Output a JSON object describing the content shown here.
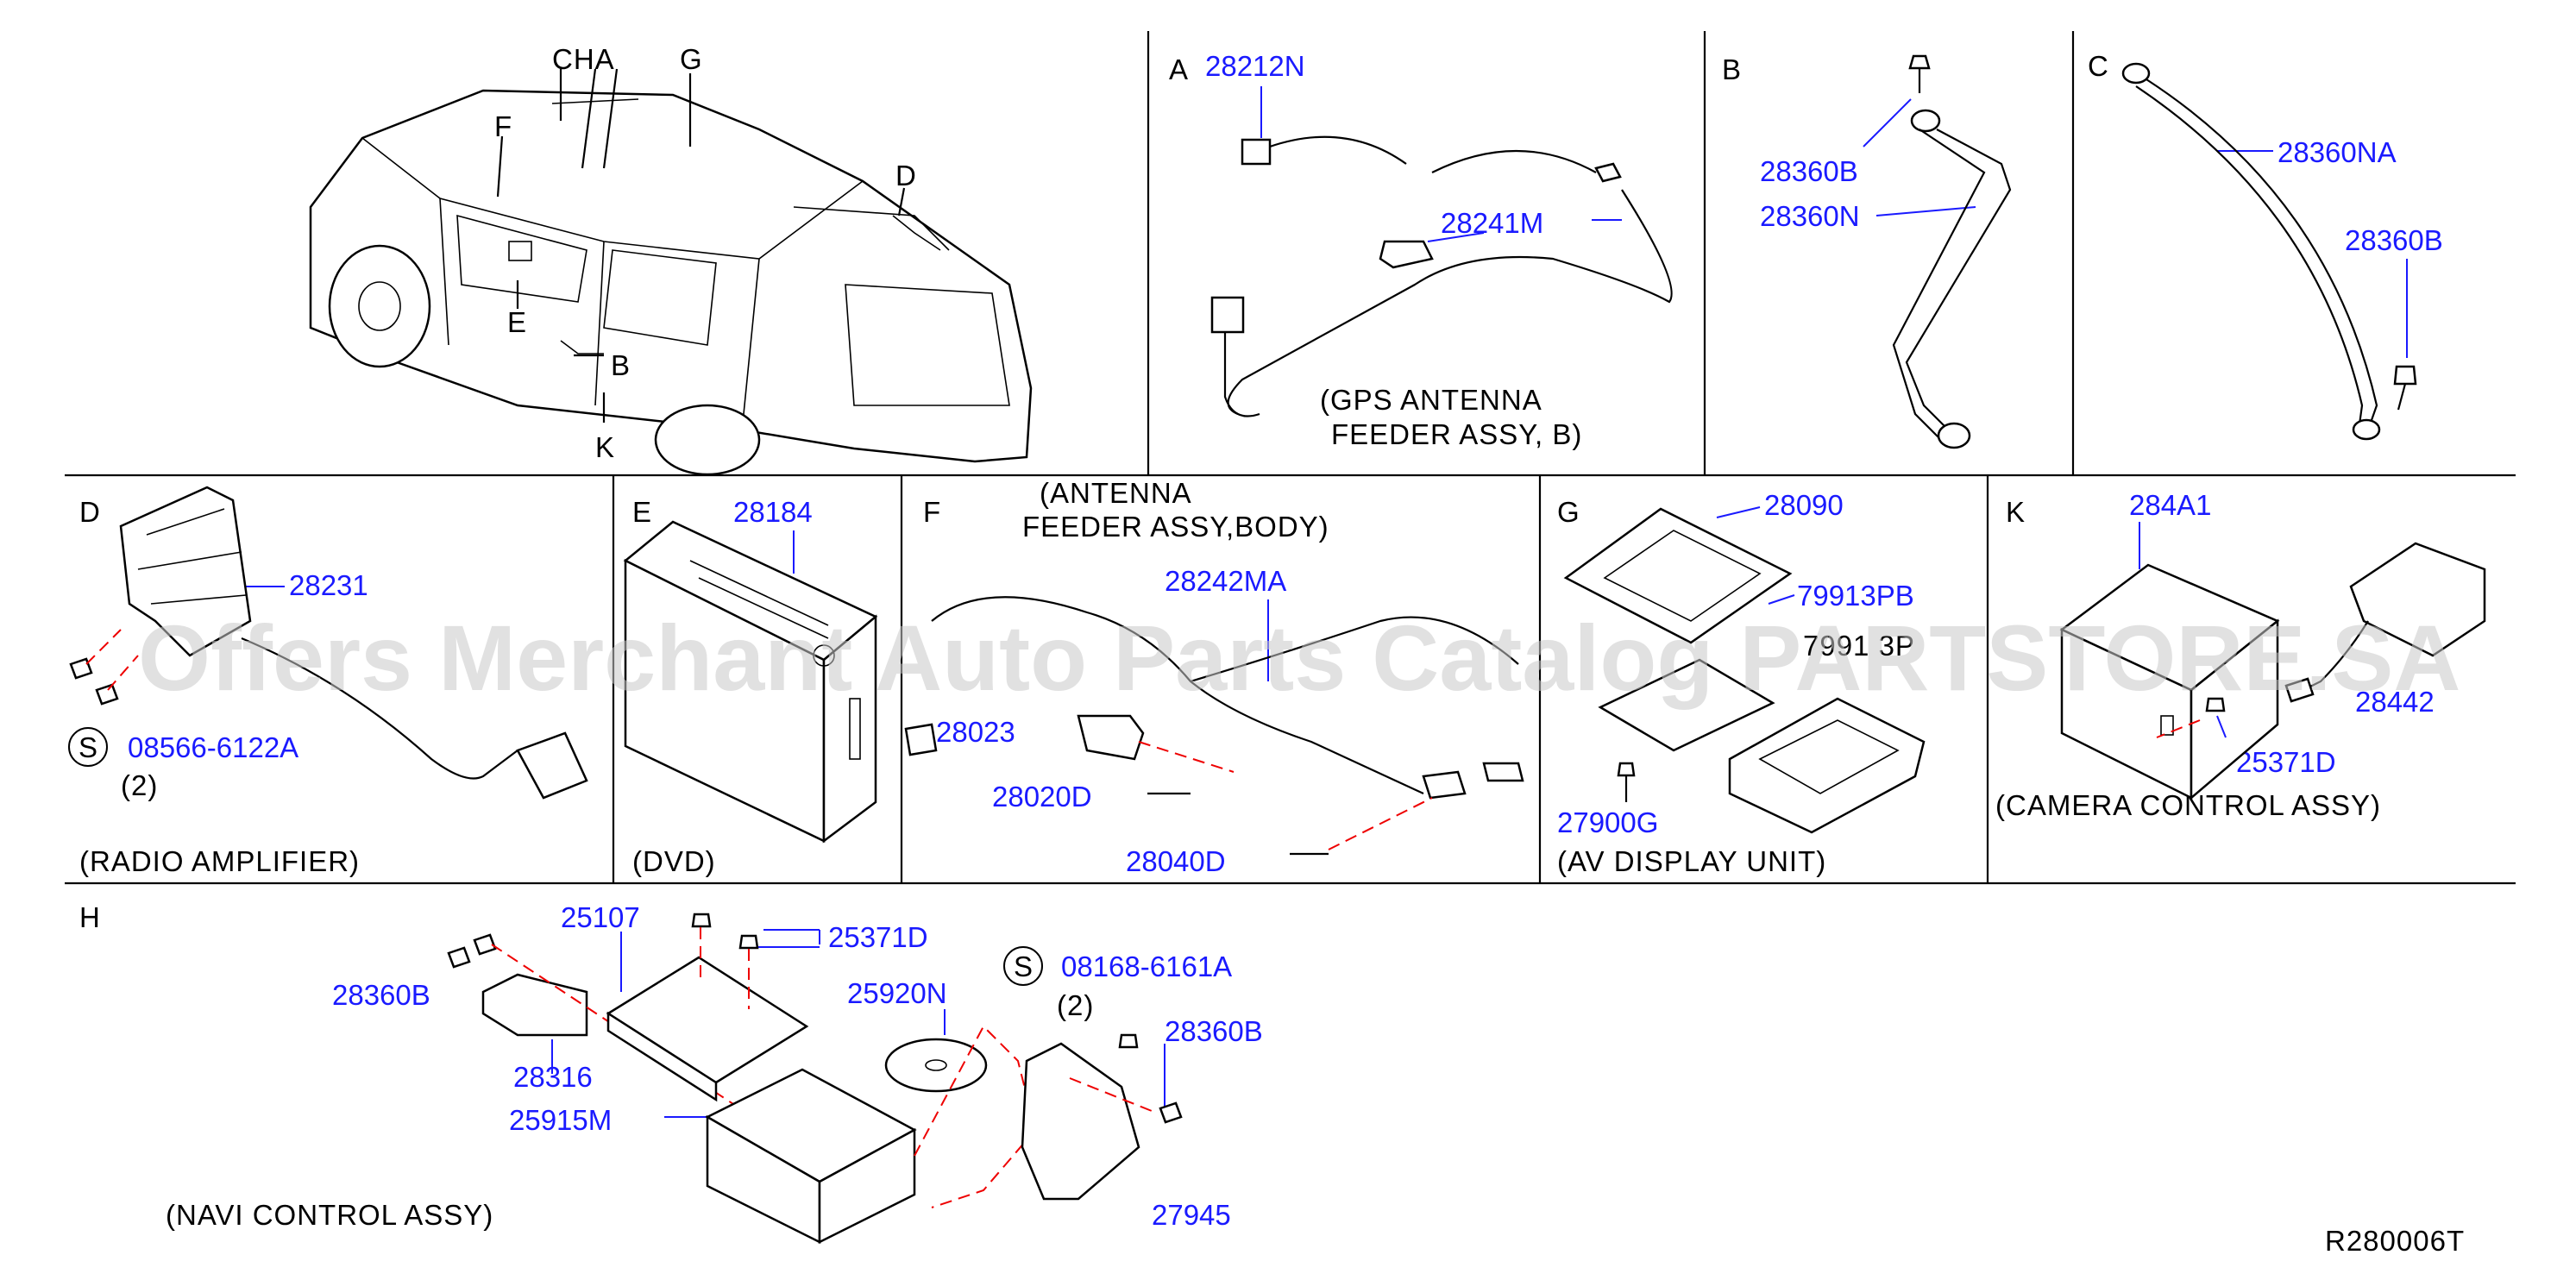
{
  "sections": {
    "A": "A",
    "B": "B",
    "C": "C",
    "D": "D",
    "E": "E",
    "F": "F",
    "G": "G",
    "H": "H",
    "K": "K"
  },
  "car_callouts": {
    "cha": "CHA",
    "g": "G",
    "f": "F",
    "d": "D",
    "e": "E",
    "b": "B",
    "k": "K"
  },
  "parts": {
    "p28212N": "28212N",
    "p28241M": "28241M",
    "p28360B_b": "28360B",
    "p28360N": "28360N",
    "p28360NA": "28360NA",
    "p28360B_c": "28360B",
    "p28231": "28231",
    "p08566": "08566-6122A",
    "p28184": "28184",
    "p28242MA": "28242MA",
    "p28023": "28023",
    "p28020D": "28020D",
    "p28040D": "28040D",
    "p28090": "28090",
    "p79913PB": "79913PB",
    "p79913P_partial": "7991 3P",
    "p27900G": "27900G",
    "p284A1": "284A1",
    "p28442": "28442",
    "p25371D_k": "25371D",
    "p25107": "25107",
    "p25371D_h": "25371D",
    "p28360B_h1": "28360B",
    "p28316": "28316",
    "p25915M": "25915M",
    "p25920N": "25920N",
    "p08168": "08168-6161A",
    "p28360B_h2": "28360B",
    "p27945": "27945"
  },
  "qty": {
    "d": "(2)",
    "h": "(2)"
  },
  "s_symbol": "S",
  "captions": {
    "gps_1": "(GPS  ANTENNA",
    "gps_2": "FEEDER  ASSY,  B)",
    "radio": "(RADIO  AMPLIFIER)",
    "dvd": "(DVD)",
    "ant_body_1": "(ANTENNA",
    "ant_body_2": "FEEDER  ASSY,BODY)",
    "av": "(AV  DISPLAY  UNIT)",
    "camera": "(CAMERA  CONTROL  ASSY)",
    "navi": "(NAVI  CONTROL  ASSY)"
  },
  "diagram_code": "R280006T",
  "watermark": "Offers Merchant Auto Parts Catalog PARTSTORE.SA",
  "colors": {
    "part_number": "#1a1aff",
    "guide_dashed": "#e00000",
    "watermark": "#c8c8c8"
  }
}
